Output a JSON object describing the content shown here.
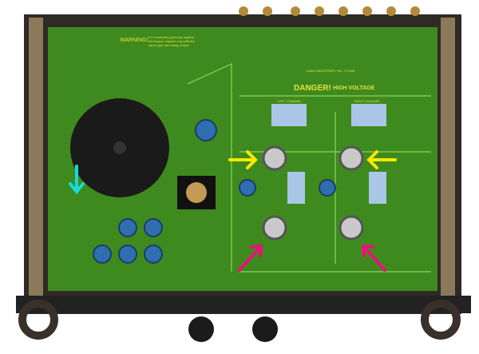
{
  "labels": {
    "warning": "WARNING!",
    "fuse_note": [
      "For continued protection against",
      "fire hazard, replace only with the",
      "same type and rating of fuse."
    ],
    "maker": "LAMM INDUSTRIES, INC.  ©  2005",
    "danger": "DANGER!",
    "high_voltage": "HIGH VOLTAGE",
    "left_channel": "LEFT CHANNEL",
    "right_channel": "RIGHT CHANNEL"
  },
  "colors": {
    "pcb": "#3f8a1e",
    "chassis": "#2a2622",
    "arrow_yellow": "#f5ea00",
    "arrow_cyan": "#19d8d8",
    "arrow_pink": "#e8127a",
    "cap_blue": "#2f6fb0"
  }
}
